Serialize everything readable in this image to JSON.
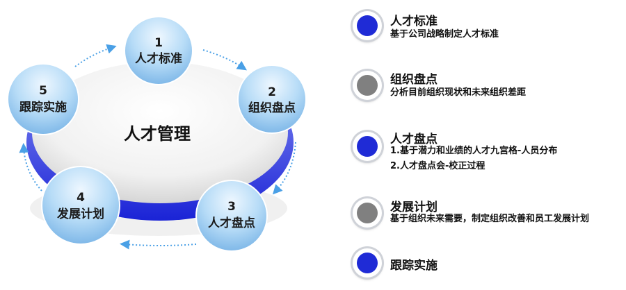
{
  "diagram": {
    "center_title": "人才管理",
    "nodes": [
      {
        "num": "1",
        "label": "人才标准"
      },
      {
        "num": "2",
        "label": "组织盘点"
      },
      {
        "num": "3",
        "label": "人才盘点"
      },
      {
        "num": "4",
        "label": "发展计划"
      },
      {
        "num": "5",
        "label": "跟踪实施"
      }
    ]
  },
  "legend": [
    {
      "title": "人才标准",
      "lines": [
        "基于公司战略制定人才标准"
      ],
      "color": "#1f2bd6"
    },
    {
      "title": "组织盘点",
      "lines": [
        "分析目前组织现状和未来组织差距"
      ],
      "color": "#808080"
    },
    {
      "title": "人才盘点",
      "lines": [
        "1.基于潜力和业绩的人才九宫格-人员分布",
        "2.人才盘点会-校正过程"
      ],
      "color": "#1f2bd6"
    },
    {
      "title": "发展计划",
      "lines": [
        "基于组织未来需要，制定组织改善和员工发展计划"
      ],
      "color": "#808080"
    },
    {
      "title": "跟踪实施",
      "lines": [],
      "color": "#1f2bd6"
    }
  ],
  "colors": {
    "ring": "#2a36e0",
    "node_fill": "#a9d4f5",
    "arrow": "#4aa0e6",
    "blue_dot": "#1f2bd6",
    "gray_dot": "#808080"
  }
}
